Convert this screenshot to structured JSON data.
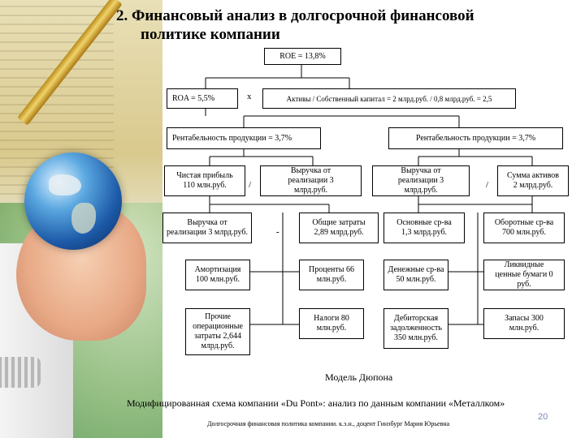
{
  "title": {
    "line1": "2. Финансовый анализ в долгосрочной финансовой",
    "line2": "политике компании"
  },
  "boxes": {
    "roe": "ROE = 13,8%",
    "roa": "ROA = 5,5%",
    "leverage": "Активы / Собственный капитал = 2 млрд.руб. / 0,8 млрд.руб. = 2,5",
    "profitability_left": "Рентабельность продукции = 3,7%",
    "profitability_right": "Рентабельность продукции = 3,7%",
    "net_profit": "Чистая прибыль 110 млн.руб.",
    "revenue_a": "Выручка от реализации 3 млрд.руб.",
    "revenue_b": "Выручка от реализации 3 млрд.руб.",
    "total_assets": "Сумма активов 2 млрд.руб.",
    "revenue_c": "Выручка от реализации 3 млрд.руб.",
    "total_costs": "Общие затраты 2,89 млрд.руб.",
    "fixed_assets": "Основные ср-ва 1,3 млрд.руб.",
    "current_assets": "Оборотные ср-ва 700 млн.руб.",
    "depreciation": "Амортизация 100 млн.руб.",
    "interest": "Проценты 66 млн.руб.",
    "cash": "Денежные ср-ва 50 млн.руб.",
    "securities": "Ликвидные ценные бумаги 0 руб.",
    "other_costs": "Прочие операционные затраты 2,644 млрд.руб.",
    "taxes": "Налоги 80 млн.руб.",
    "receivables": "Дебиторская задолженность 350 млн.руб.",
    "inventory": "Запасы 300 млн.руб."
  },
  "operators": {
    "times": "х",
    "div1": "/",
    "div2": "/",
    "minus": "-"
  },
  "caption": "Модель Дюпона",
  "subcaption": "Модифицированная схема компании «Du Pont»: анализ по данным компании «Металлком»",
  "footer": "Долгосрочная финансовая политика компании.   к.э.н., доцент Гинзбург Мария Юрьевна",
  "page_number": "20"
}
